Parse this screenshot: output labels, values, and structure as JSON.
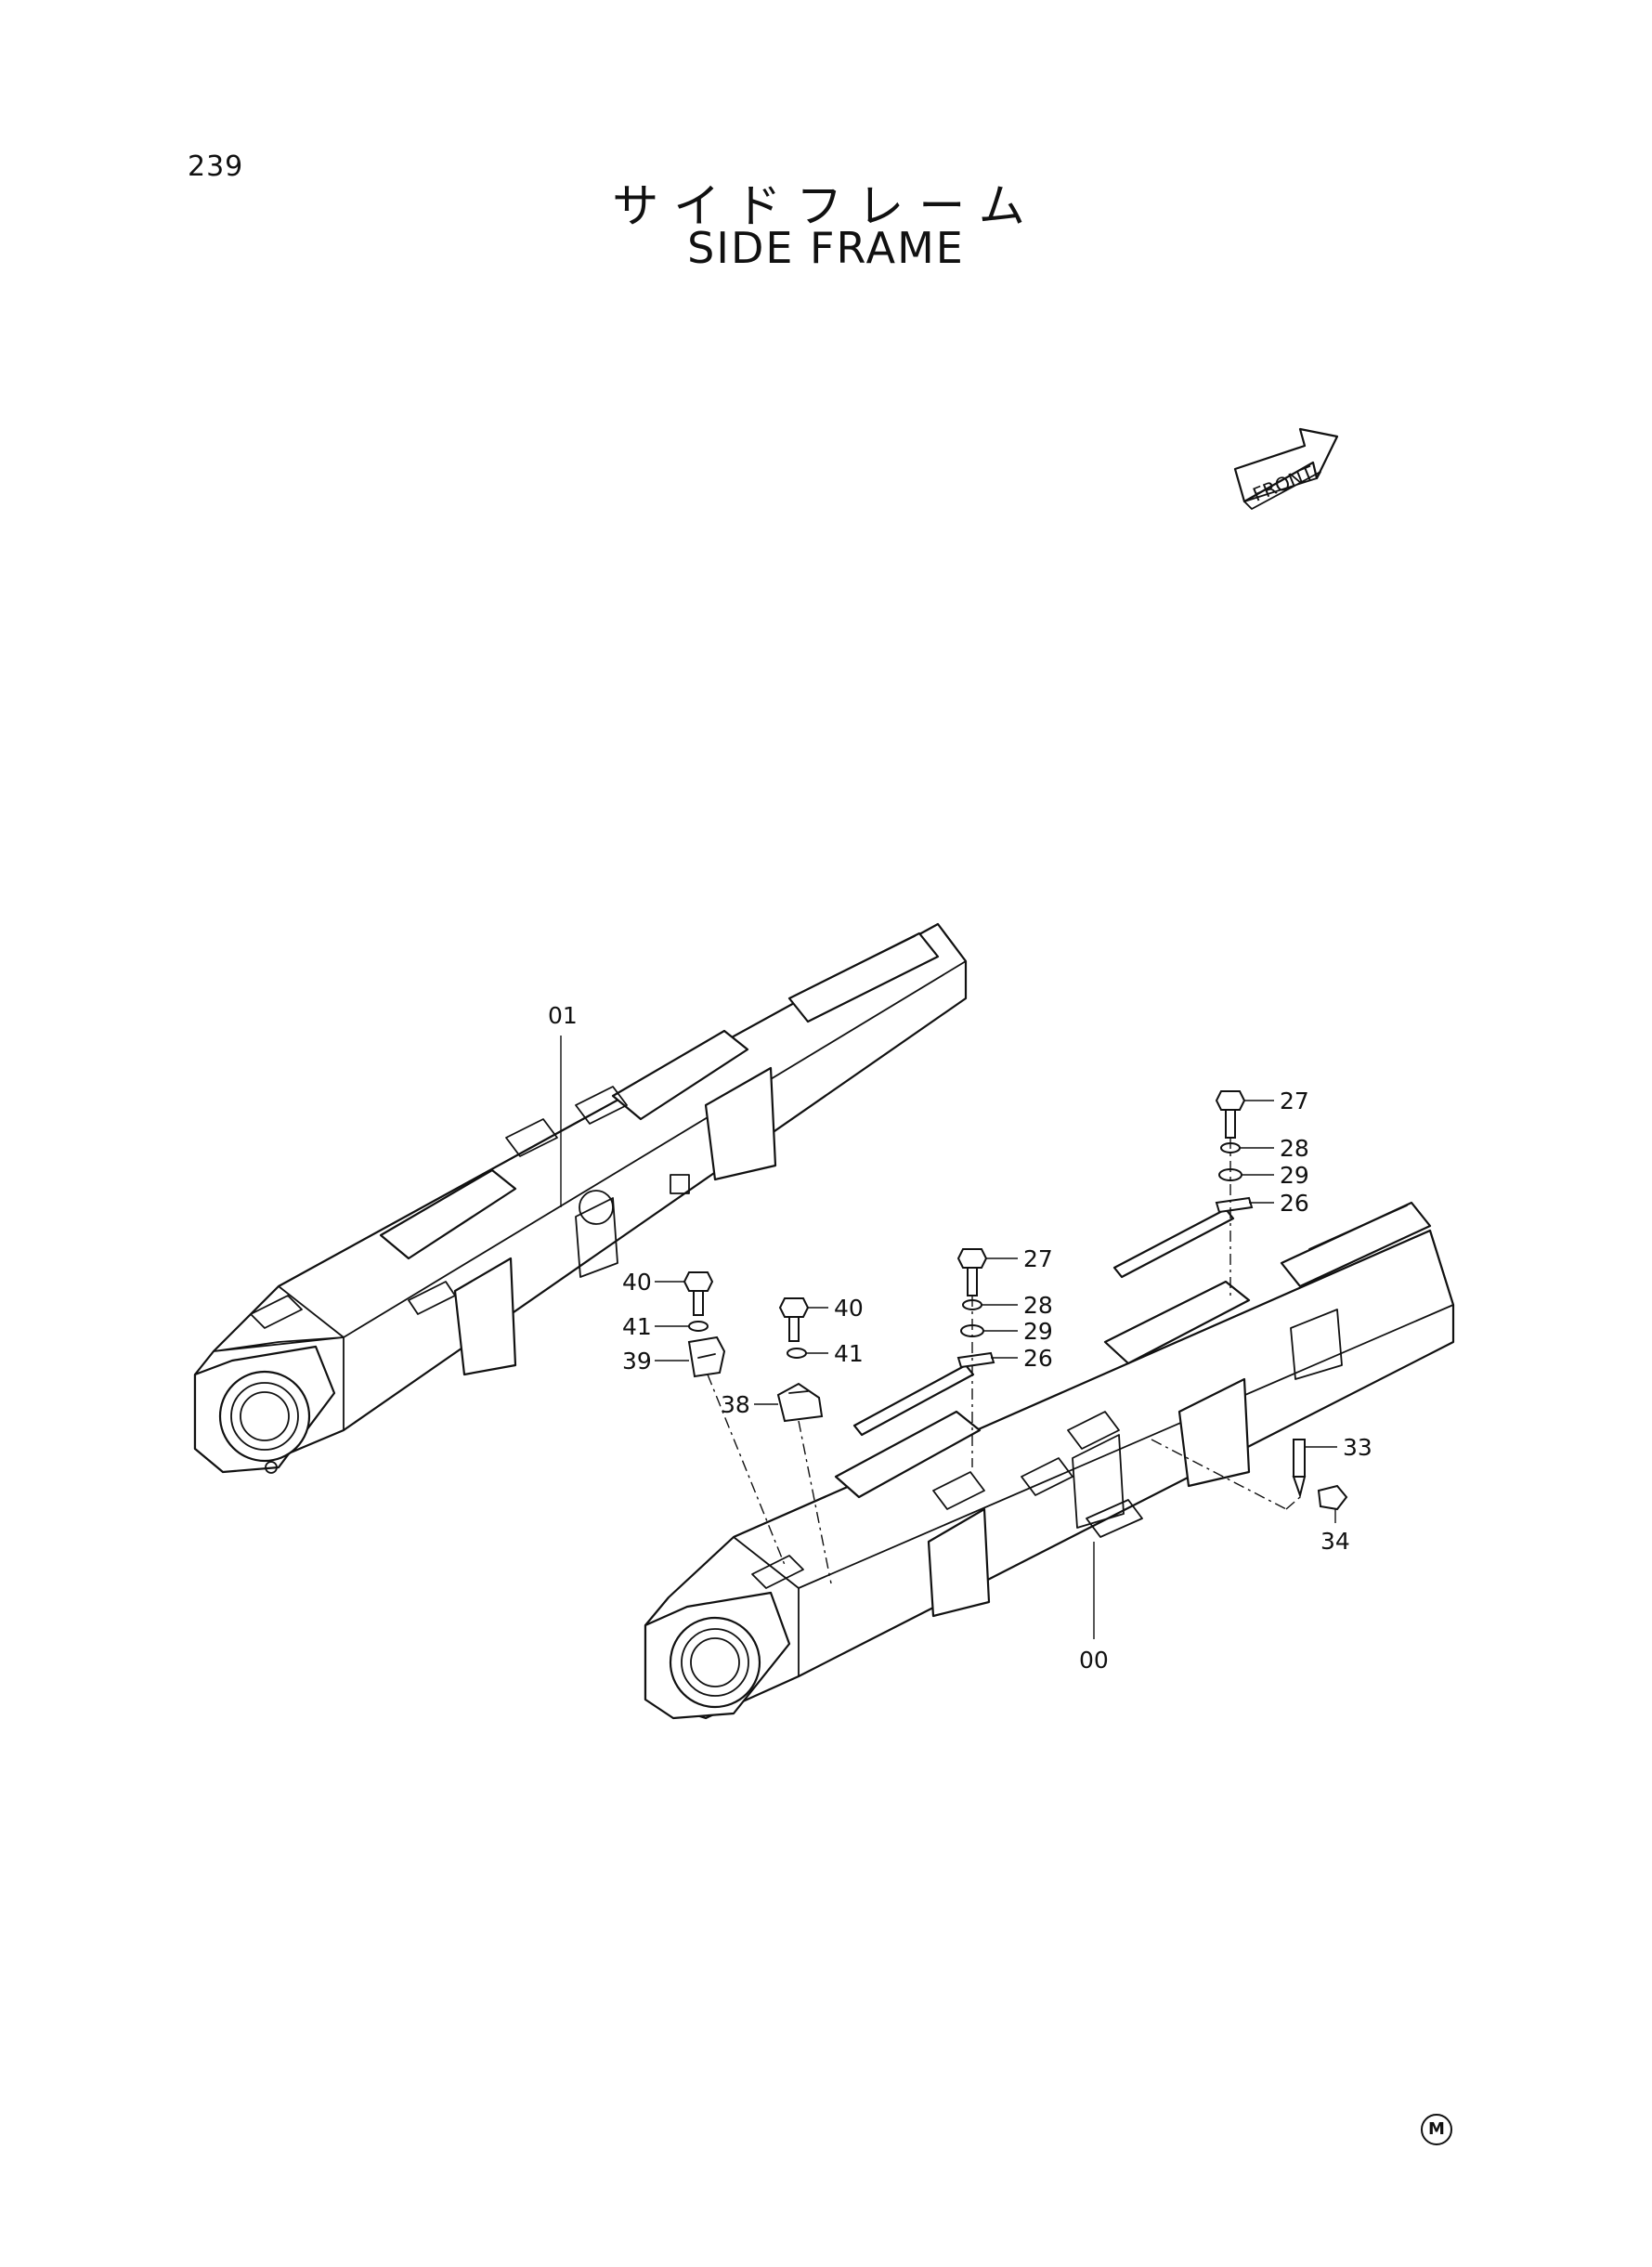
{
  "page": {
    "number": "239",
    "title_jp": "サイドフレーム",
    "title_en": "SIDE FRAME",
    "front_label": "FRONT",
    "maker_mark": "M"
  },
  "callouts": [
    {
      "id": "c-01",
      "label": "01"
    },
    {
      "id": "c-00",
      "label": "00"
    },
    {
      "id": "c-27a",
      "label": "27"
    },
    {
      "id": "c-28a",
      "label": "28"
    },
    {
      "id": "c-29a",
      "label": "29"
    },
    {
      "id": "c-26a",
      "label": "26"
    },
    {
      "id": "c-27b",
      "label": "27"
    },
    {
      "id": "c-28b",
      "label": "28"
    },
    {
      "id": "c-29b",
      "label": "29"
    },
    {
      "id": "c-26b",
      "label": "26"
    },
    {
      "id": "c-40a",
      "label": "40"
    },
    {
      "id": "c-41a",
      "label": "41"
    },
    {
      "id": "c-39",
      "label": "39"
    },
    {
      "id": "c-40b",
      "label": "40"
    },
    {
      "id": "c-41b",
      "label": "41"
    },
    {
      "id": "c-38",
      "label": "38"
    },
    {
      "id": "c-33",
      "label": "33"
    },
    {
      "id": "c-34",
      "label": "34"
    }
  ],
  "colors": {
    "ink": "#111111",
    "paper": "#ffffff"
  }
}
